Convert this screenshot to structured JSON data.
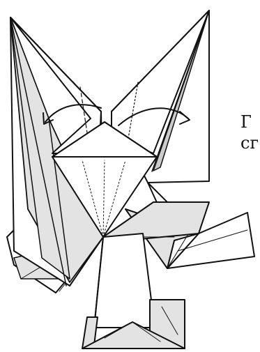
{
  "caption": {
    "line1": "Г",
    "line2": "сг"
  },
  "colors": {
    "paper_white": "#ffffff",
    "paper_shaded": "#e3e3e3",
    "stroke": "#111111"
  },
  "icons": [
    "fold-arrow-left",
    "fold-arrow-right"
  ]
}
